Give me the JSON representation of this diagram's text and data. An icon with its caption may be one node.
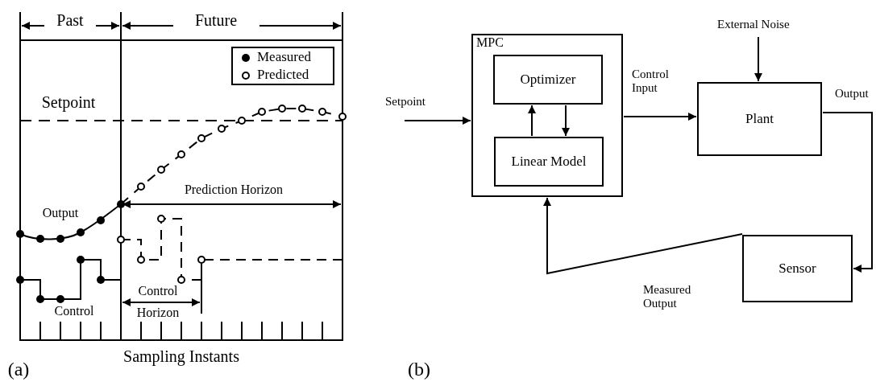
{
  "diagram": {
    "nodes": [
      {
        "text": [
          "MPC"
        ]
      },
      {
        "text": [
          "Optimizer"
        ],
        "in": 0
      },
      {
        "text": [
          "Linear Model"
        ],
        "in": 0
      },
      {
        "text": [
          "Plant"
        ]
      },
      {
        "text": [
          "Sensor"
        ]
      }
    ],
    "edges": [
      {
        "from": null,
        "to": 0,
        "arrow": "to",
        "label": "Setpoint"
      },
      {
        "from": 2,
        "to": 1,
        "arrow": "to"
      },
      {
        "from": 1,
        "to": 2,
        "arrow": "to"
      },
      {
        "from": 0,
        "to": 3,
        "arrow": "to",
        "label": "Control Input"
      },
      {
        "from": null,
        "to": 3,
        "arrow": "to",
        "label": "External Noise"
      },
      {
        "from": 3,
        "to": 4,
        "arrow": "to",
        "label": "Output"
      },
      {
        "from": 4,
        "to": 0,
        "arrow": "to",
        "label": "Measured Output"
      }
    ],
    "labels": [
      "Past",
      "Future",
      "Setpoint",
      "Prediction Horizon",
      "Output",
      "Control Horizon",
      "Control",
      "Sampling Instants",
      "(a)",
      "(b)"
    ],
    "legend": [
      {
        "text": "Measured"
      },
      {
        "text": "Predicted"
      }
    ]
  }
}
